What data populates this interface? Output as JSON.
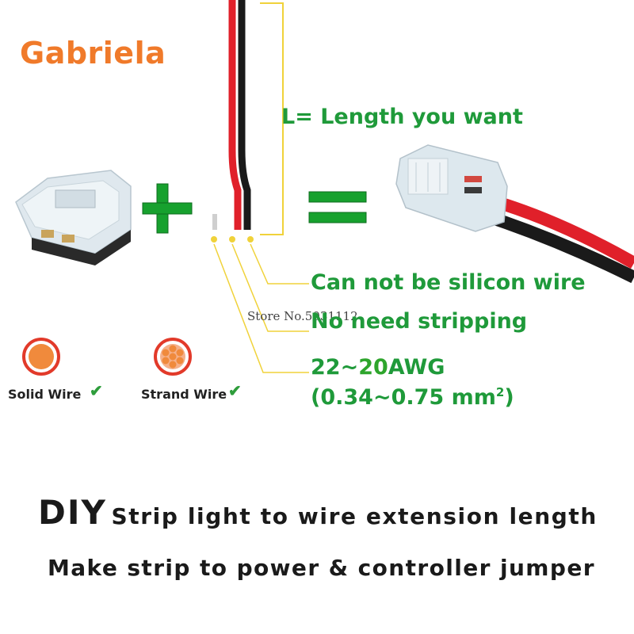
{
  "brand": "Gabriela",
  "length_label": "L= Length you want",
  "callouts": {
    "silicon": "Can not be silicon wire",
    "stripping": "No need stripping",
    "awg_prefix": "22~",
    "awg_highlight": "20",
    "awg_suffix": "AWG",
    "mm_text": "(0.34~0.75 mm",
    "mm_sup": "2",
    "mm_close": ")"
  },
  "watermark": "Store No.5031112",
  "wire_types": {
    "solid": "Solid Wire",
    "strand": "Strand Wire",
    "check": "✔"
  },
  "taglines": {
    "diy": "DIY",
    "line1_rest": "Strip light to wire extension length",
    "line2": "Make strip to power & controller jumper"
  },
  "colors": {
    "brand": "#f07a2a",
    "text_green": "#1f9a3a",
    "plus_equals_green": "#17a12e",
    "wire_red": "#e0202a",
    "wire_black": "#1a1a1a",
    "bracket_yellow": "#f0d23a"
  }
}
